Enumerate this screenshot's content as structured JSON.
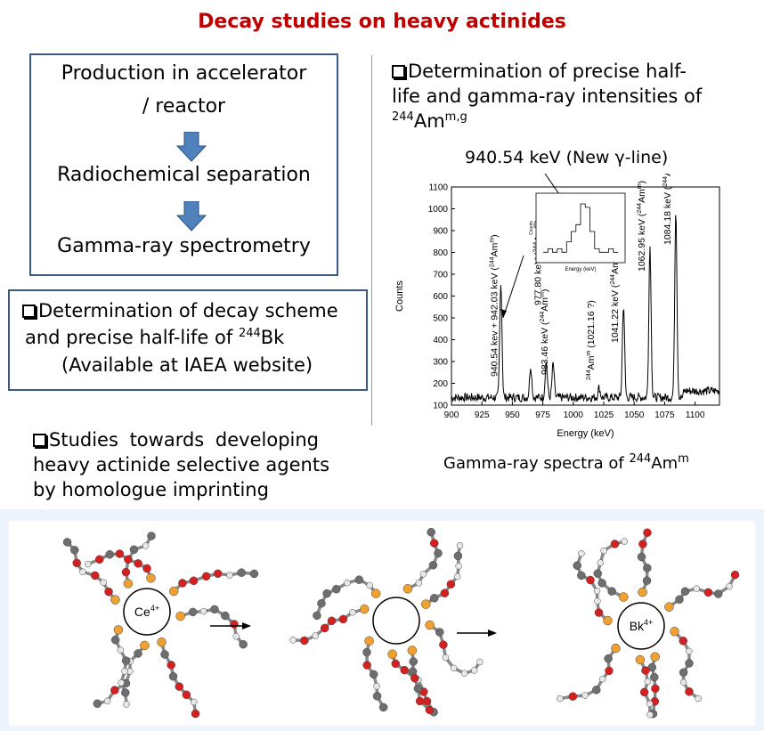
{
  "title": "Decay studies on heavy actinides",
  "flow": {
    "step1_line1": "Production in accelerator",
    "step1_line2": "/ reactor",
    "step2": "Radiochemical separation",
    "step3": "Gamma-ray spectrometry"
  },
  "decay_box": {
    "line1": "Determination of decay scheme",
    "line2_prefix": "and precise half-life of ",
    "line2_sup": "244",
    "line2_suffix": "Bk",
    "line3": "(Available at IAEA website)"
  },
  "studies": {
    "line1": "Studies  towards  developing",
    "line2": "heavy actinide selective agents",
    "line3": "by homologue imprinting"
  },
  "am_heading": {
    "line1": "Determination of precise half-",
    "line2": "life and gamma-ray intensities of",
    "line3_sup": "244",
    "line3_main": "Am",
    "line3_sup2": "m,g"
  },
  "new_line_label": "940.54 keV (New γ-line)",
  "caption": {
    "prefix": "Gamma-ray spectra of ",
    "sup": "244",
    "main": "Am",
    "sup2": "m"
  },
  "molecules": {
    "ce_label": "Ce",
    "ce_charge": "4+",
    "bk_label": "Bk",
    "bk_charge": "4+"
  },
  "colors": {
    "title": "#c00000",
    "box_border": "#3a5a82",
    "arrow_fill": "#4f81bd",
    "panel_bg": "#eef4fb"
  },
  "chart_data": {
    "type": "line",
    "xlabel": "Energy (keV)",
    "ylabel": "Counts",
    "xlim": [
      900,
      1120
    ],
    "ylim": [
      100,
      1100
    ],
    "xticks": [
      900,
      925,
      950,
      975,
      1000,
      1025,
      1050,
      1075,
      1100
    ],
    "yticks": [
      100,
      200,
      300,
      400,
      500,
      600,
      700,
      800,
      900,
      1000,
      1100
    ],
    "baseline": 135,
    "peaks": [
      {
        "x": 940.54,
        "y": 670
      },
      {
        "x": 965,
        "y": 280
      },
      {
        "x": 977.8,
        "y": 300
      },
      {
        "x": 983.46,
        "y": 290
      },
      {
        "x": 1021.16,
        "y": 180
      },
      {
        "x": 1041.22,
        "y": 560
      },
      {
        "x": 1062.95,
        "y": 830
      },
      {
        "x": 1084.18,
        "y": 1005
      }
    ],
    "peak_labels": [
      {
        "x": 942,
        "text": "940.54 kev + 942.03 keV (",
        "sup": "244",
        "tail": "Am",
        "supm": "m",
        "close": ")"
      },
      {
        "x": 977.8,
        "text": "977.80 keV (",
        "sup": "244",
        "tail": "Am",
        "supm": "m",
        "close": ")"
      },
      {
        "x": 983.46,
        "text": "983.46 keV (",
        "sup": "244",
        "tail": "Am",
        "supm": "m",
        "close": ")"
      },
      {
        "x": 1021.16,
        "text": "(1021.16 ?)",
        "pre_sup": "244",
        "pre": "Am",
        "pre_supm": "m"
      },
      {
        "x": 1041.22,
        "text": "1041.22 keV (",
        "sup": "244",
        "tail": "Am",
        "supm": "m",
        "close": ")"
      },
      {
        "x": 1062.95,
        "text": "1062.95 keV (",
        "sup": "244",
        "tail": "Am",
        "supm": "m",
        "close": ")"
      },
      {
        "x": 1084.18,
        "text": "1084.18 keV (",
        "sup": "244",
        "tail": "Am",
        "supm": "m",
        "close": ")"
      }
    ],
    "inset": {
      "xlabel": "Energy (keV)",
      "ylabel": "Counts",
      "values": [
        2,
        3,
        2,
        3,
        2,
        5,
        8,
        10,
        16,
        15,
        8,
        3,
        2,
        2,
        3,
        2
      ]
    }
  }
}
